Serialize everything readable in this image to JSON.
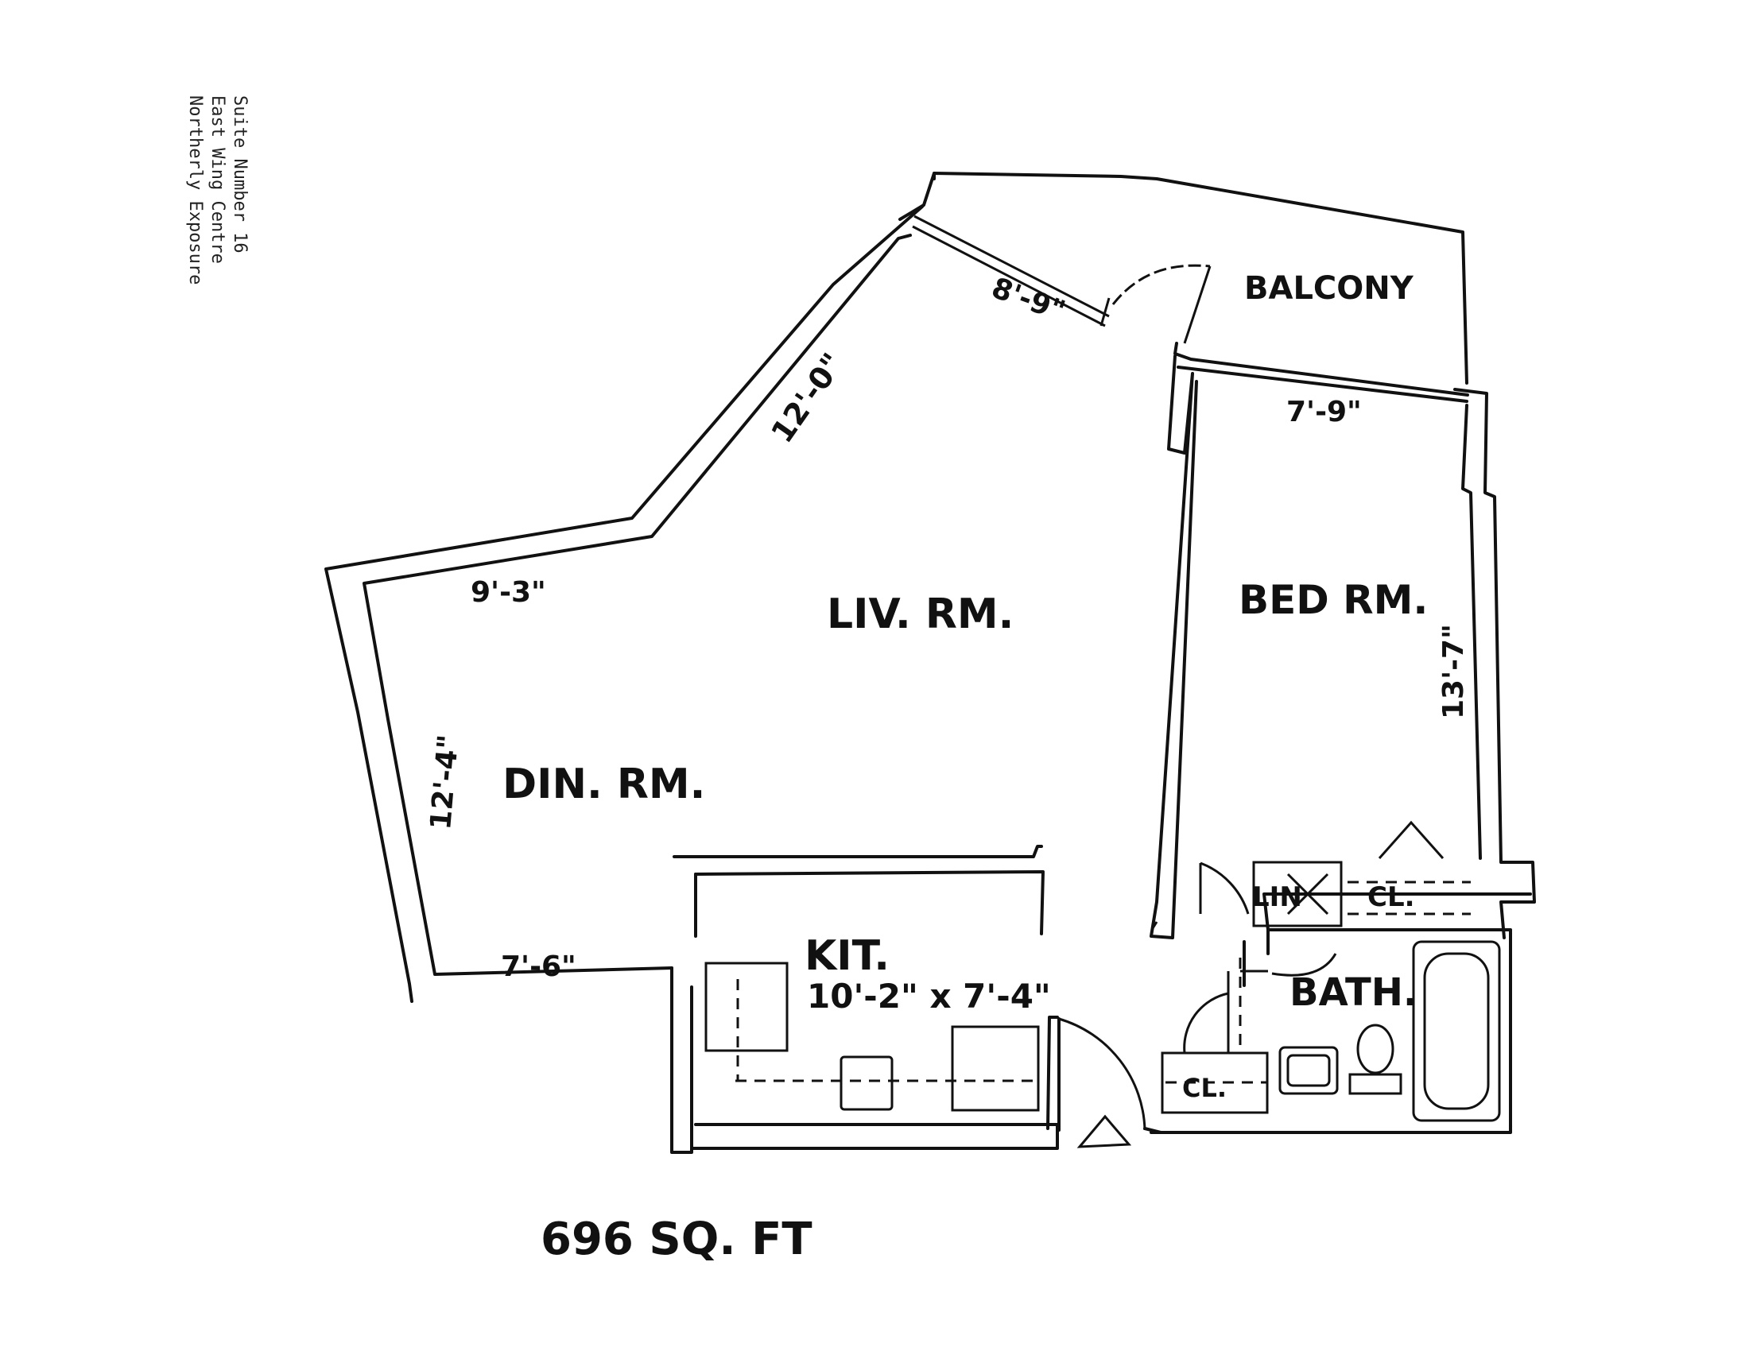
{
  "suite_info": {
    "suite_number": "Suite Number 16",
    "wing": "East Wing Centre",
    "exposure": "Northerly Exposure"
  },
  "rooms": {
    "balcony": "BALCONY",
    "living": "LIV. RM.",
    "bedroom": "BED RM.",
    "dining": "DIN. RM.",
    "kitchen": "KIT.",
    "kitchen_size": "10'-2\" x 7'-4\"",
    "bath": "BATH.",
    "linen": "LIN",
    "closet_bed": "CL.",
    "closet_bath": "CL."
  },
  "dimensions": {
    "balcony_door": "8'-9\"",
    "living_diag": "12'-0\"",
    "bed_top": "7'-9\"",
    "dining_top": "9'-3\"",
    "bed_side": "13'-7\"",
    "dining_side": "12'-4\"",
    "dining_bottom": "7'-6\""
  },
  "area": "696 SQ. FT"
}
